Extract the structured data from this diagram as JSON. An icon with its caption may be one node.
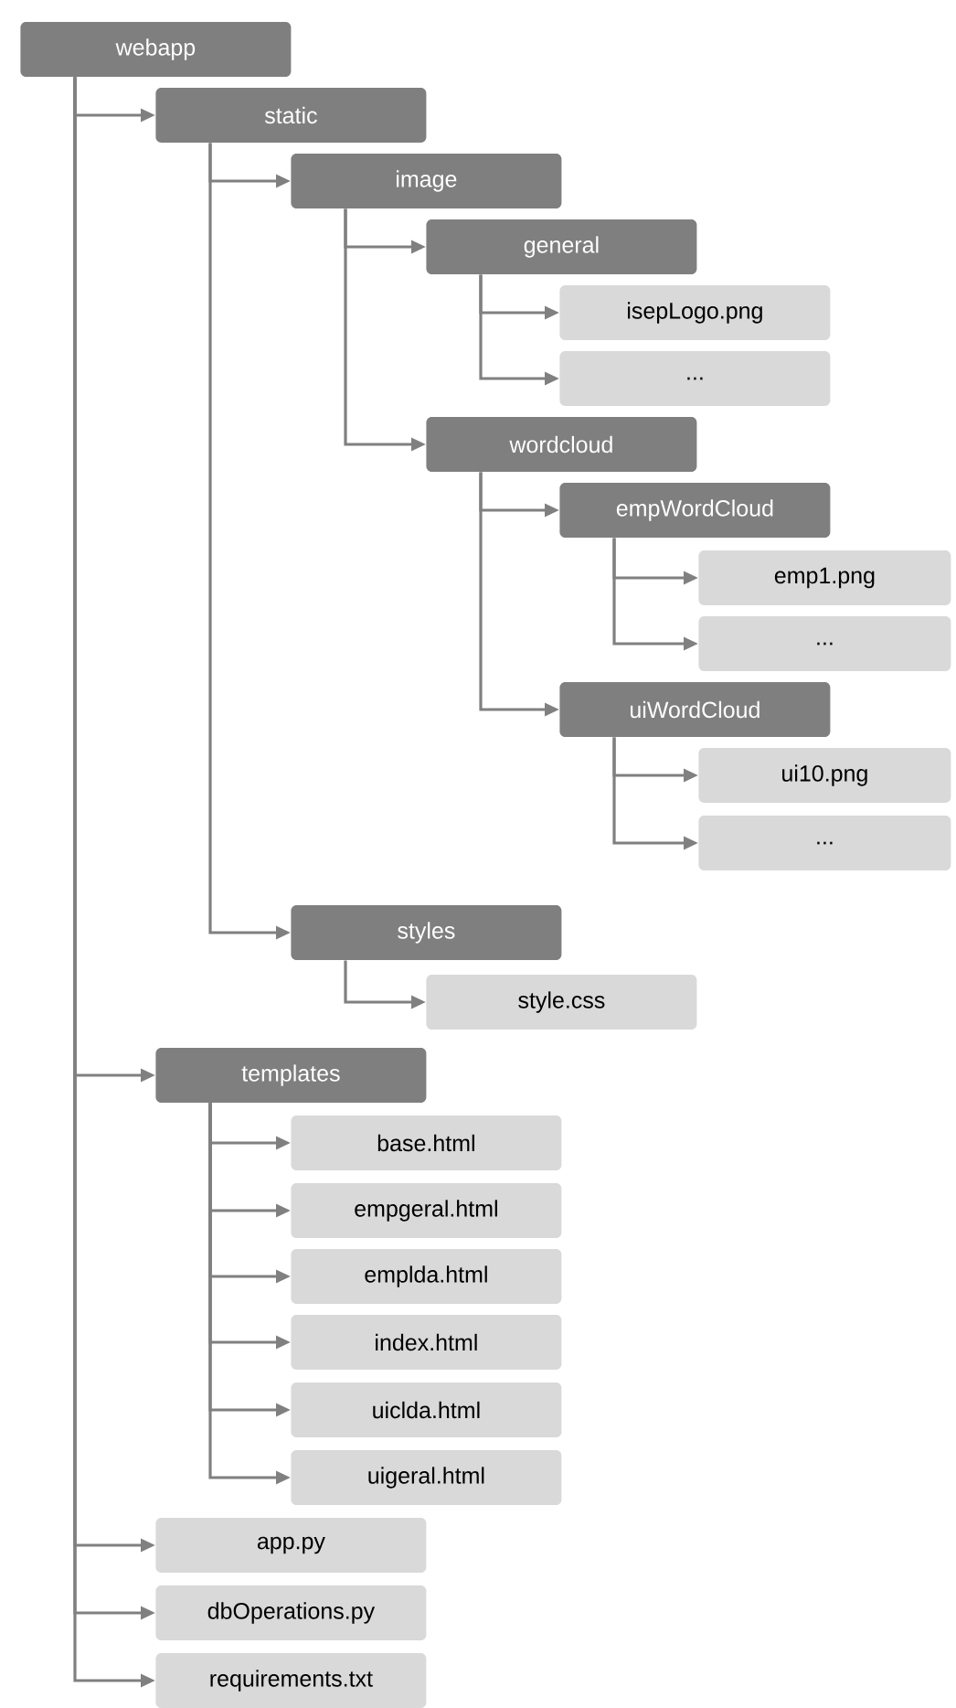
{
  "diagram": {
    "nodes": [
      {
        "text": [
          "webapp"
        ]
      },
      {
        "text": [
          "static"
        ]
      },
      {
        "text": [
          "image"
        ]
      },
      {
        "text": [
          "general"
        ]
      },
      {
        "text": [
          "isepLogo.png"
        ]
      },
      {
        "text": [
          "..."
        ]
      },
      {
        "text": [
          "wordcloud"
        ]
      },
      {
        "text": [
          "empWordCloud"
        ]
      },
      {
        "text": [
          "emp1.png"
        ]
      },
      {
        "text": [
          "..."
        ]
      },
      {
        "text": [
          "uiWordCloud"
        ]
      },
      {
        "text": [
          "ui10.png"
        ]
      },
      {
        "text": [
          "..."
        ]
      },
      {
        "text": [
          "styles"
        ]
      },
      {
        "text": [
          "style.css"
        ]
      },
      {
        "text": [
          "templates"
        ]
      },
      {
        "text": [
          "base.html"
        ]
      },
      {
        "text": [
          "empgeral.html"
        ]
      },
      {
        "text": [
          "emplda.html"
        ]
      },
      {
        "text": [
          "index.html"
        ]
      },
      {
        "text": [
          "uiclda.html"
        ]
      },
      {
        "text": [
          "uigeral.html"
        ]
      },
      {
        "text": [
          "app.py"
        ]
      },
      {
        "text": [
          "dbOperations.py"
        ]
      },
      {
        "text": [
          "requirements.txt"
        ]
      }
    ],
    "edges": [
      {
        "from": 0,
        "to": 1,
        "arrow": "to"
      },
      {
        "from": 1,
        "to": 2,
        "arrow": "to"
      },
      {
        "from": 2,
        "to": 3,
        "arrow": "to"
      },
      {
        "from": 3,
        "to": 4,
        "arrow": "to"
      },
      {
        "from": 3,
        "to": 5,
        "arrow": "to"
      },
      {
        "from": 2,
        "to": 6,
        "arrow": "to"
      },
      {
        "from": 6,
        "to": 7,
        "arrow": "to"
      },
      {
        "from": 7,
        "to": 8,
        "arrow": "to"
      },
      {
        "from": 7,
        "to": 9,
        "arrow": "to"
      },
      {
        "from": 6,
        "to": 10,
        "arrow": "to"
      },
      {
        "from": 10,
        "to": 11,
        "arrow": "to"
      },
      {
        "from": 10,
        "to": 12,
        "arrow": "to"
      },
      {
        "from": 1,
        "to": 13,
        "arrow": "to"
      },
      {
        "from": 13,
        "to": 14,
        "arrow": "to"
      },
      {
        "from": 0,
        "to": 15,
        "arrow": "to"
      },
      {
        "from": 15,
        "to": 16,
        "arrow": "to"
      },
      {
        "from": 15,
        "to": 17,
        "arrow": "to"
      },
      {
        "from": 15,
        "to": 18,
        "arrow": "to"
      },
      {
        "from": 15,
        "to": 19,
        "arrow": "to"
      },
      {
        "from": 15,
        "to": 20,
        "arrow": "to"
      },
      {
        "from": 15,
        "to": 21,
        "arrow": "to"
      },
      {
        "from": 0,
        "to": 22,
        "arrow": "to"
      },
      {
        "from": 0,
        "to": 23,
        "arrow": "to"
      },
      {
        "from": 0,
        "to": 24,
        "arrow": "to"
      }
    ]
  }
}
